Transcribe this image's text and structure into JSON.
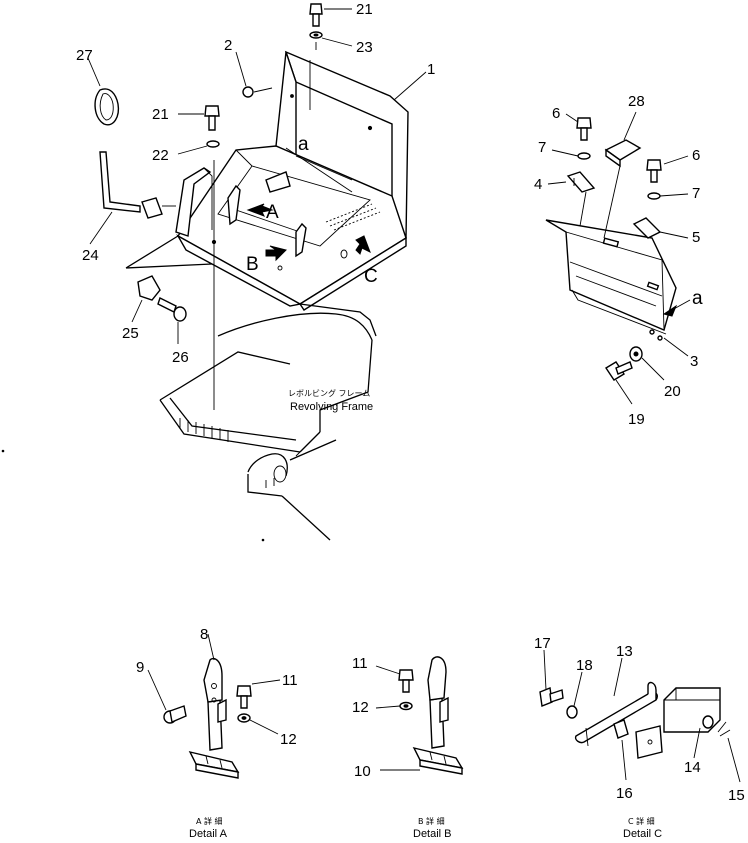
{
  "callouts": {
    "c1": "1",
    "c2": "2",
    "c3": "3",
    "c4": "4",
    "c5": "5",
    "c6a": "6",
    "c6b": "6",
    "c7a": "7",
    "c7b": "7",
    "c8": "8",
    "c9": "9",
    "c10": "10",
    "c11a": "11",
    "c11b": "11",
    "c12a": "12",
    "c12b": "12",
    "c13": "13",
    "c14": "14",
    "c15": "15",
    "c16": "16",
    "c17": "17",
    "c18": "18",
    "c19": "19",
    "c20": "20",
    "c21a": "21",
    "c21b": "21",
    "c22": "22",
    "c23": "23",
    "c24": "24",
    "c25": "25",
    "c26": "26",
    "c27": "27",
    "c28": "28"
  },
  "view_marks": {
    "a_main": "a",
    "a_detail": "a",
    "A": "A",
    "B": "B",
    "C": "C"
  },
  "frame_label": {
    "jp": "レボルビング フレーム",
    "en": "Revolving Frame"
  },
  "details": {
    "A": {
      "jp": "A 詳 細",
      "en": "Detail A"
    },
    "B": {
      "jp": "B 詳 細",
      "en": "Detail B"
    },
    "C": {
      "jp": "C 詳 細",
      "en": "Detail C"
    }
  }
}
